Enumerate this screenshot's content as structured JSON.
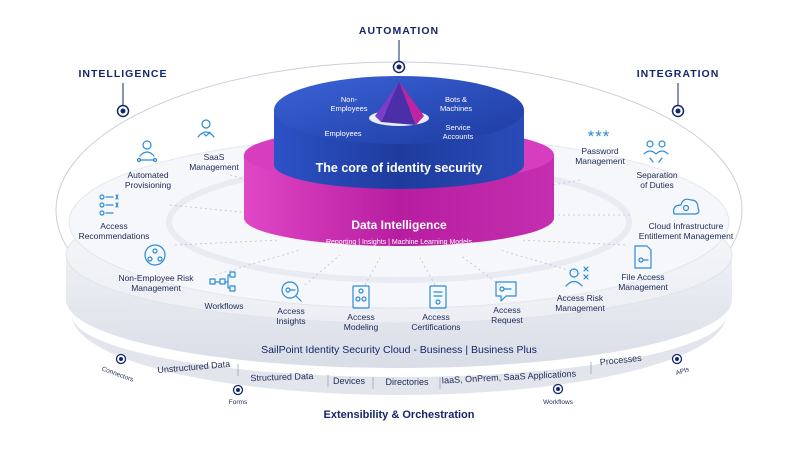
{
  "top_labels": {
    "automation": "AUTOMATION",
    "intelligence": "INTELLIGENCE",
    "integration": "INTEGRATION"
  },
  "core": {
    "quadrants": {
      "non_employees": [
        "Non-",
        "Employees"
      ],
      "bots_machines": [
        "Bots &",
        "Machines"
      ],
      "employees": "Employees",
      "service_accounts": [
        "Service",
        "Accounts"
      ]
    },
    "title": "The core of identity security"
  },
  "data_intelligence": {
    "title": "Data Intelligence",
    "subtitle": "Reporting  |  Insights  |  Machine Learning Models"
  },
  "capabilities": {
    "saas_management": [
      "SaaS",
      "Management"
    ],
    "automated_provisioning": [
      "Automated",
      "Provisioning"
    ],
    "access_recommendations": [
      "Access",
      "Recommendations"
    ],
    "non_employee_risk": [
      "Non-Employee Risk",
      "Management"
    ],
    "workflows": "Workflows",
    "access_insights": [
      "Access",
      "Insights"
    ],
    "access_modeling": [
      "Access",
      "Modeling"
    ],
    "access_certifications": [
      "Access",
      "Certifications"
    ],
    "access_request": [
      "Access",
      "Request"
    ],
    "access_risk_management": [
      "Access Risk",
      "Management"
    ],
    "file_access_management": [
      "File Access",
      "Management"
    ],
    "cloud_infrastructure": [
      "Cloud Infrastructure",
      "Entitlement Management"
    ],
    "separation_of_duties": [
      "Separation",
      "of Duties"
    ],
    "password_management": [
      "Password",
      "Management"
    ]
  },
  "platform": {
    "banner": "SailPoint Identity Security Cloud - Business  |  Business Plus",
    "sources": [
      "Unstructured Data",
      "Structured Data",
      "Devices",
      "Directories",
      "IaaS, OnPrem, SaaS Applications",
      "Processes"
    ]
  },
  "connectors": {
    "connectors": "Connectors",
    "forms": "Forms",
    "workflows": "Workflows",
    "apis": "APIs"
  },
  "footer": {
    "extensibility": "Extensibility & Orchestration"
  },
  "colors": {
    "navy": "#13276b",
    "core_blue": "#1f3fa6",
    "magenta": "#b41c9a",
    "icon_blue": "#2a8bd6",
    "platform_gray": "#e7eaf0"
  },
  "icons": [
    "person-check-icon",
    "person-network-icon",
    "recommendation-list-icon",
    "org-chart-icon",
    "workflow-icon",
    "magnifier-key-icon",
    "model-people-icon",
    "certificate-document-icon",
    "chat-key-icon",
    "person-risk-icon",
    "file-key-icon",
    "cloud-gear-icon",
    "separation-people-icon",
    "password-asterisks-icon"
  ]
}
